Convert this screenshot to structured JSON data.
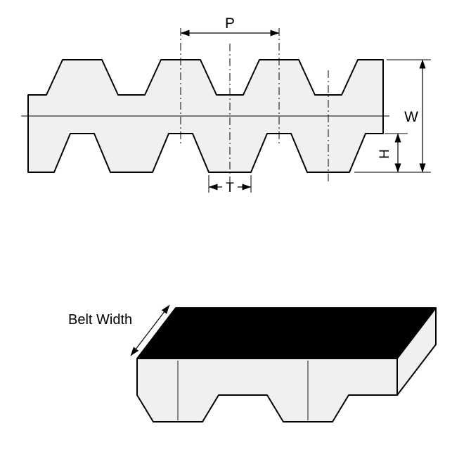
{
  "page": {
    "background": "#ffffff"
  },
  "labels": {
    "pitch": "P",
    "overall_thickness": "W",
    "tooth_height": "H",
    "tooth_top_width": "T",
    "belt_width": "Belt Width"
  },
  "colors": {
    "line": "#000000",
    "belt_fill": "#f0f0f0",
    "top_face_fill": "#000000",
    "background": "#ffffff"
  }
}
